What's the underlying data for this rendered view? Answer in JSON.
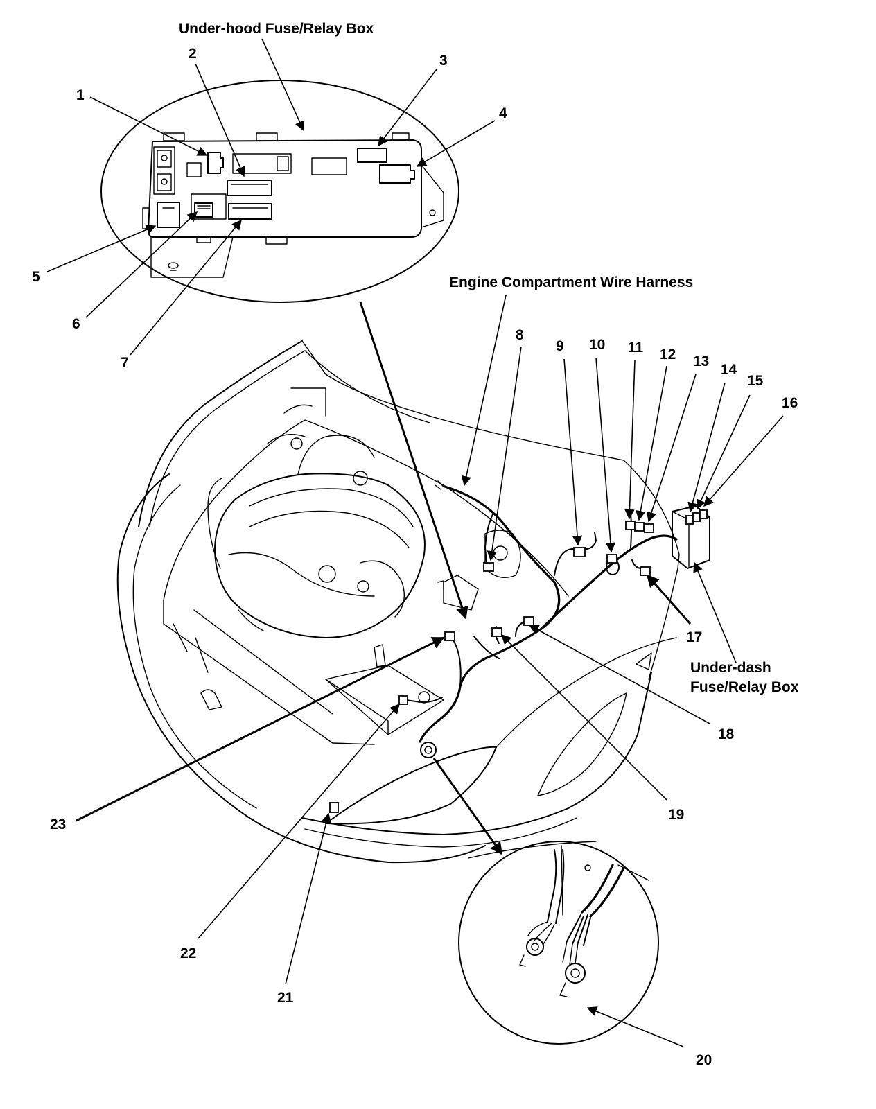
{
  "titles": {
    "underhood_box": "Under-hood Fuse/Relay Box",
    "engine_harness": "Engine Compartment Wire Harness",
    "underdash_line1": "Under-dash",
    "underdash_line2": "Fuse/Relay Box"
  },
  "callouts": [
    "1",
    "2",
    "3",
    "4",
    "5",
    "6",
    "7",
    "8",
    "9",
    "10",
    "11",
    "12",
    "13",
    "14",
    "15",
    "16",
    "17",
    "18",
    "19",
    "20",
    "21",
    "22",
    "23"
  ],
  "colors": {
    "ink": "#000000",
    "paper": "#ffffff"
  }
}
